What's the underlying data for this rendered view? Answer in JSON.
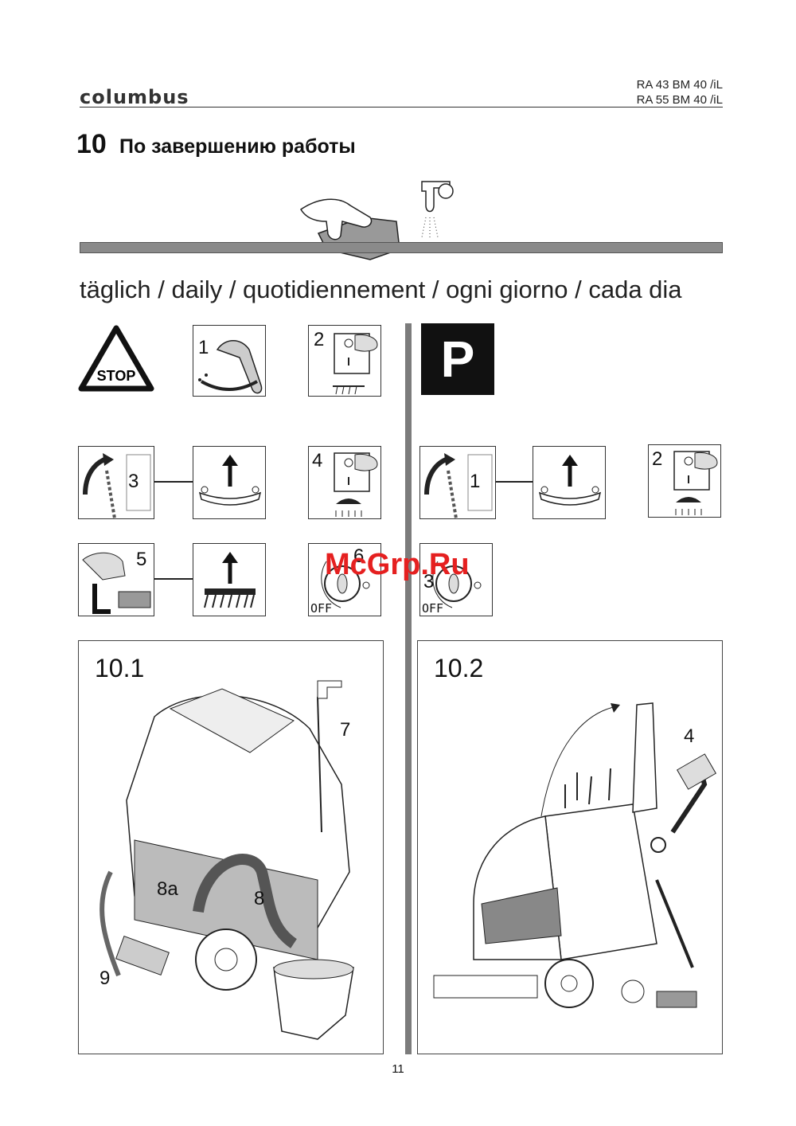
{
  "header": {
    "brand": "columbus",
    "model_line1": "RA 43 BM 40 /iL",
    "model_line2": "RA 55 BM 40 /iL"
  },
  "section": {
    "number": "10",
    "title": "По завершению работы"
  },
  "frequency_text": "täglich / daily / quotidiennement / ogni giorno / cada dia",
  "left_steps": {
    "stop_sign": "STOP",
    "s1": "1",
    "s2": "2",
    "s3": "3",
    "s4": "4",
    "s5": "5",
    "s6": "6",
    "off": "OFF"
  },
  "right_steps": {
    "park": "P",
    "s1": "1",
    "s2": "2",
    "s3": "3",
    "off": "OFF"
  },
  "panel_left": {
    "title": "10.1",
    "callout_7": "7",
    "callout_8": "8",
    "callout_8a": "8a",
    "callout_9": "9"
  },
  "panel_right": {
    "title": "10.2",
    "callout_4": "4"
  },
  "watermark": "McGrp.Ru",
  "page_number": "11"
}
